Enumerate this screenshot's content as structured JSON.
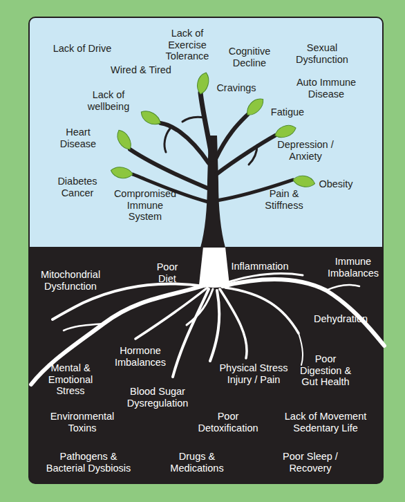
{
  "diagram": {
    "labels": [
      "Lack of Drive",
      "Lack of Exercise Tolerance",
      "Cognitive Decline",
      "Sexual Dysfunction",
      "Wired & Tired",
      "Auto Immune Disease",
      "Lack of wellbeing",
      "Cravings",
      "Fatigue",
      "Heart Disease",
      "Depression / Anxiety",
      "Diabetes Cancer",
      "Compromised Immune System",
      "Obesity",
      "Pain & Stiffness",
      "Mitochondrial Dysfunction",
      "Poor Diet",
      "Inflammation",
      "Immune Imbalances",
      "Dehydration",
      "Hormone Imbalances",
      "Physical Stress Injury / Pain",
      "Poor Digestion & Gut Health",
      "Mental & Emotional Stress",
      "Blood Sugar Dysregulation",
      "Environmental Toxins",
      "Poor Detoxification",
      "Lack of Movement Sedentary Life",
      "Pathogens & Bacterial Dysbiosis",
      "Drugs & Medications",
      "Poor Sleep / Recovery"
    ]
  }
}
